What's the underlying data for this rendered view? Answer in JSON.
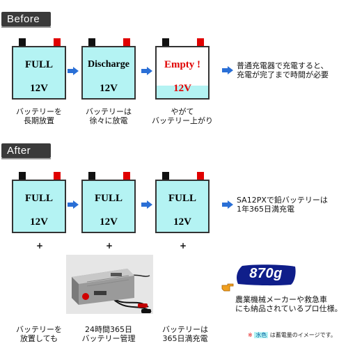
{
  "sections": {
    "before": "Before",
    "after": "After"
  },
  "before": {
    "batteries": [
      {
        "label": "FULL",
        "volt": "12V",
        "fill": 1.0
      },
      {
        "label": "Discharge",
        "volt": "12V",
        "fill": 1.0
      },
      {
        "label": "Empty !",
        "volt": "12V",
        "fill": 0.25
      }
    ],
    "captions": [
      {
        "l1": "バッテリーを",
        "l2": "長期放置"
      },
      {
        "l1": "バッテリーは",
        "l2": "徐々に放電"
      },
      {
        "l1": "やがて",
        "l2": "バッテリー上がり"
      }
    ],
    "note": {
      "l1": "普通充電器で充電すると、",
      "l2": "充電が完了まで時間が必要"
    }
  },
  "after": {
    "batteries": [
      {
        "label": "FULL",
        "volt": "12V",
        "fill": 1.0
      },
      {
        "label": "FULL",
        "volt": "12V",
        "fill": 1.0
      },
      {
        "label": "FULL",
        "volt": "12V",
        "fill": 1.0
      }
    ],
    "plus": "+",
    "captions": [
      {
        "l1": "バッテリーを",
        "l2": "放置しても"
      },
      {
        "l1": "24時間365日",
        "l2": "バッテリー管理"
      },
      {
        "l1": "バッテリーは",
        "l2": "365日満充電"
      }
    ],
    "note": {
      "l1": "SA12PXで鉛バッテリーは",
      "l2": "1年365日満充電"
    }
  },
  "product": {
    "weight": "870g",
    "desc": {
      "l1": "農業機械メーカーや救急車",
      "l2": "にも納品されているプロ仕様。"
    }
  },
  "footnote": {
    "mark": "※",
    "swatch": "水色",
    "text": "は蓄電量のイメージです。"
  },
  "colors": {
    "fill": "#b4f3f3",
    "arrow": "#2a6fd6",
    "terminal_pos": "#e00000",
    "terminal_neg": "#111111",
    "badge": "#0f1e8a"
  }
}
